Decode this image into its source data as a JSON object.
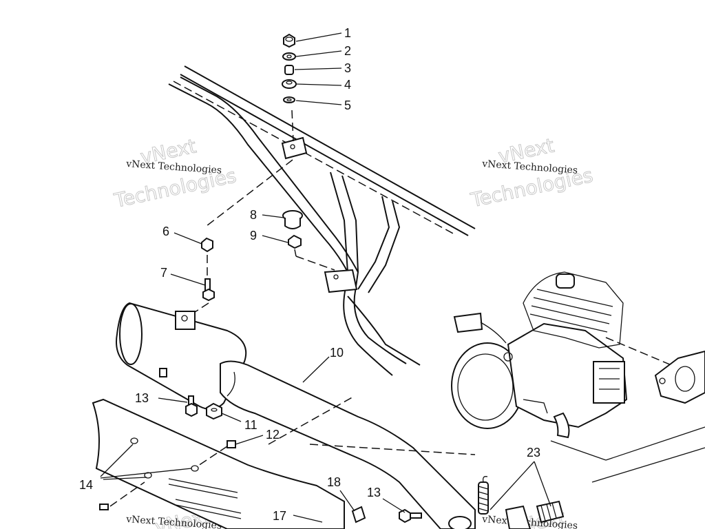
{
  "watermark": {
    "line1": "vNext",
    "line2": "Technologies",
    "caption": "vNext Technologies"
  },
  "callouts": {
    "c1": "1",
    "c2": "2",
    "c3": "3",
    "c4": "4",
    "c5": "5",
    "c6": "6",
    "c7": "7",
    "c8": "8",
    "c9": "9",
    "c10": "10",
    "c11": "11",
    "c12": "12",
    "c13a": "13",
    "c13b": "13",
    "c14": "14",
    "c17": "17",
    "c18": "18",
    "c23": "23"
  }
}
